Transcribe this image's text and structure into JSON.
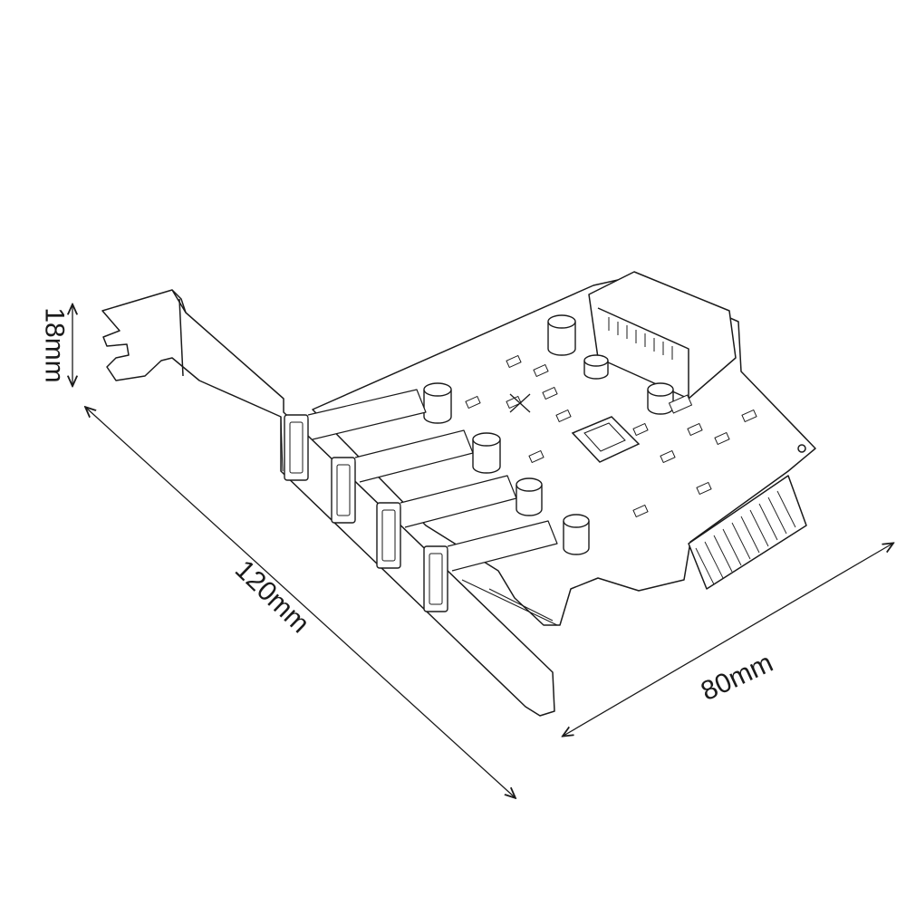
{
  "dimensions": {
    "height": "18mm",
    "length": "120mm",
    "width": "80mm"
  },
  "colors": {
    "ink": "#1a1a1a",
    "background": "#ffffff"
  },
  "icons": [
    "pcie-usb-card-sketch",
    "usb-port-icon",
    "capacitor-icon",
    "controller-chip-icon",
    "power-connector-icon"
  ]
}
